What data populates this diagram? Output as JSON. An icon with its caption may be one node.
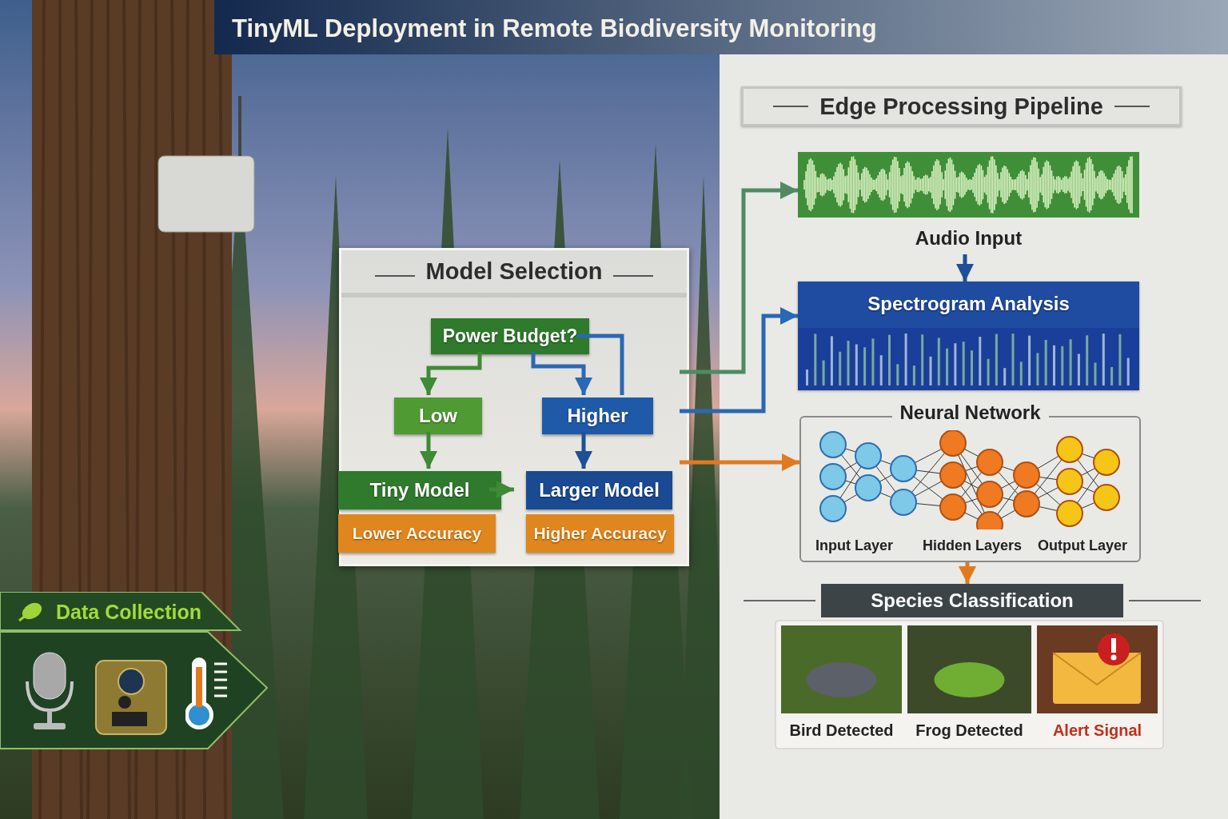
{
  "diagram": {
    "title": "TinyML Deployment in Remote Biodiversity Monitoring",
    "nodes": [
      {
        "text": [
          "Model Selection"
        ]
      },
      {
        "text": [
          "Power Budget?"
        ],
        "in": 0
      },
      {
        "text": [
          "Low"
        ],
        "in": 0
      },
      {
        "text": [
          "Higher"
        ],
        "in": 0
      },
      {
        "text": [
          "Tiny Model"
        ],
        "in": 0
      },
      {
        "text": [
          "Lower Accuracy"
        ],
        "in": 0
      },
      {
        "text": [
          "Larger Model"
        ],
        "in": 0
      },
      {
        "text": [
          "Higher Accuracy"
        ],
        "in": 0
      },
      {
        "text": [
          "Data Collection"
        ]
      },
      {
        "text": [
          "Edge Processing Pipeline"
        ]
      },
      {
        "text": [
          "Audio Input"
        ]
      },
      {
        "text": [
          "Spectrogram Analysis"
        ]
      },
      {
        "text": [
          "Neural Network",
          "Input Layer",
          "Hidden Layers",
          "Output Layer"
        ]
      },
      {
        "text": [
          "Species Classification"
        ]
      },
      {
        "text": [
          "Bird Detected"
        ]
      },
      {
        "text": [
          "Frog Detected"
        ]
      },
      {
        "text": [
          "Alert Signal"
        ]
      }
    ],
    "edges": [
      {
        "from": 1,
        "to": 2,
        "arrow": "to",
        "color": "#3f8a35"
      },
      {
        "from": 1,
        "to": 3,
        "arrow": "to",
        "color": "#2a68b3"
      },
      {
        "from": 1,
        "to": 3,
        "arrow": "none",
        "color": "#2a68b3"
      },
      {
        "from": 2,
        "to": 4,
        "arrow": "to",
        "color": "#3f8a35"
      },
      {
        "from": 3,
        "to": 6,
        "arrow": "to",
        "color": "#1f4f96"
      },
      {
        "from": 4,
        "to": 6,
        "arrow": "to",
        "color": "#3f8a35"
      },
      {
        "from": 0,
        "to": 10,
        "arrow": "to",
        "color": "#4e8b63"
      },
      {
        "from": 0,
        "to": 11,
        "arrow": "to",
        "color": "#2a68b3"
      },
      {
        "from": 0,
        "to": 12,
        "arrow": "to",
        "color": "#e07a1f"
      },
      {
        "from": 10,
        "to": 11,
        "arrow": "to",
        "color": "#1f4f96"
      },
      {
        "from": 12,
        "to": 13,
        "arrow": "to",
        "color": "#e07a1f"
      }
    ]
  }
}
